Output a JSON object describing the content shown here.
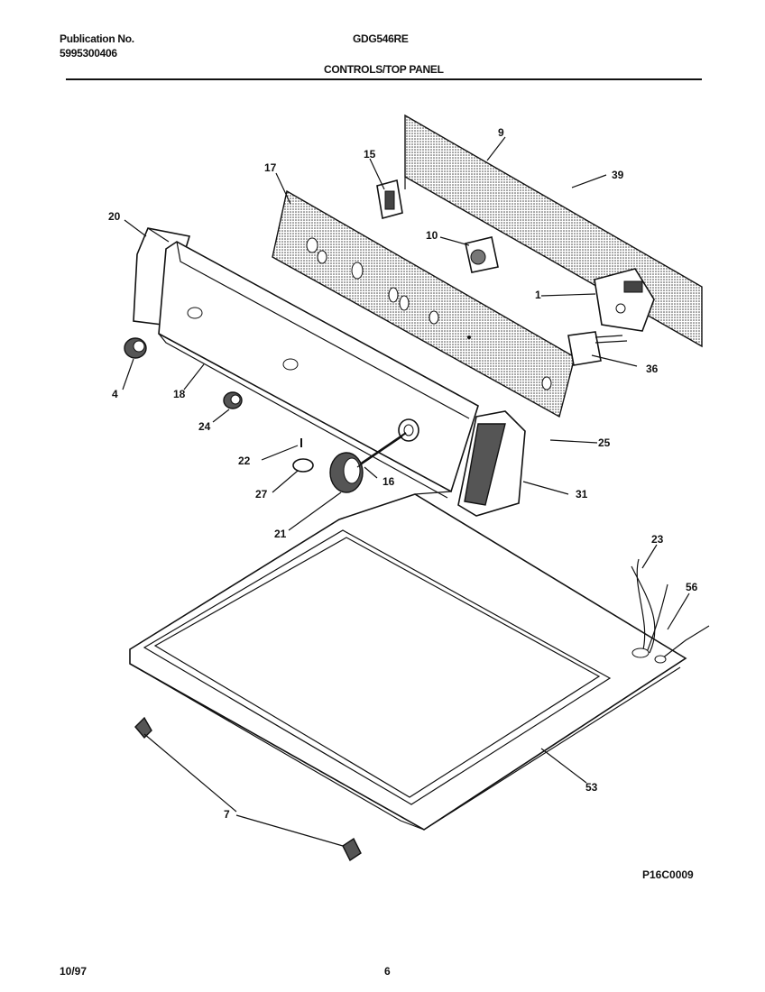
{
  "header": {
    "publication_label": "Publication No.",
    "publication_number": "5995300406",
    "model": "GDG546RE",
    "section_title": "CONTROLS/TOP PANEL"
  },
  "footer": {
    "date": "10/97",
    "page_number": "6",
    "figure_code": "P16C0009"
  },
  "callouts": {
    "c1": "1",
    "c4": "4",
    "c7": "7",
    "c9": "9",
    "c10": "10",
    "c15": "15",
    "c16": "16",
    "c17": "17",
    "c18": "18",
    "c20": "20",
    "c21": "21",
    "c22": "22",
    "c23": "23",
    "c24": "24",
    "c25": "25",
    "c27": "27",
    "c31": "31",
    "c36": "36",
    "c39": "39",
    "c53": "53",
    "c56": "56"
  }
}
